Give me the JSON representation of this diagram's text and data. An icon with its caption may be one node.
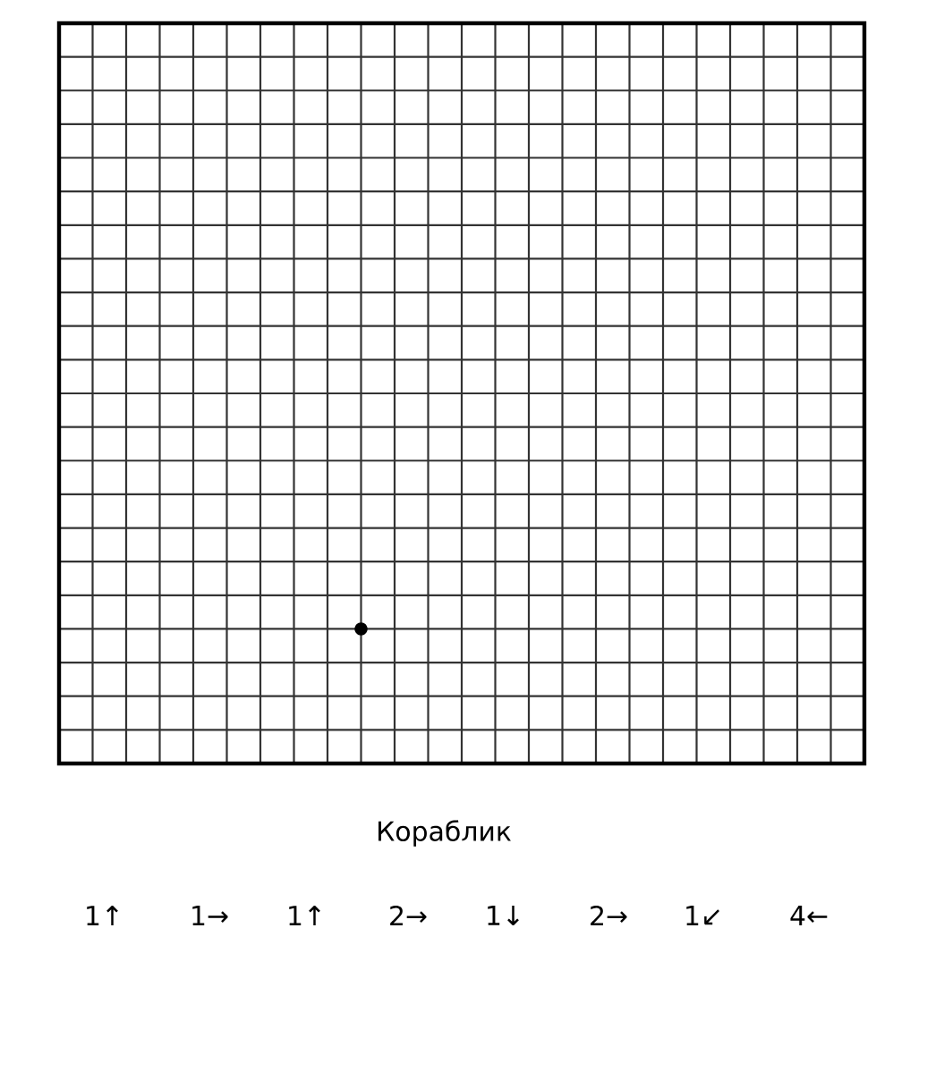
{
  "diagram": {
    "title": "Кораблик",
    "labels": [
      "1↑",
      "1→",
      "1↑",
      "2→",
      "1↓",
      "2→",
      "1↙",
      "4←"
    ]
  }
}
